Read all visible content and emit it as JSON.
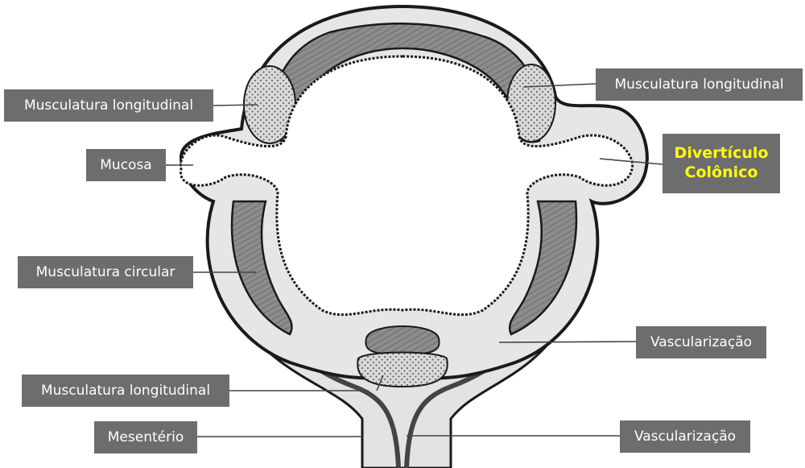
{
  "labels": {
    "musc_long_left": "Musculatura longitudinal",
    "musc_long_right": "Musculatura longitudinal",
    "mucosa": "Mucosa",
    "diverticulo_line1": "Divertículo",
    "diverticulo_line2": "Colônico",
    "musc_circular": "Musculatura circular",
    "vascularizacao_upper": "Vascularização",
    "musc_long_bottom": "Musculatura longitudinal",
    "mesenterio": "Mesentério",
    "vascularizacao_lower": "Vascularização"
  },
  "colors": {
    "label_bg": "#6d6d6d",
    "label_text": "#ffffff",
    "highlight_text": "#ffff00",
    "outline": "#1a1a1a",
    "muscle": "#8a8a8a",
    "fat": "#d6d6d6",
    "lumen": "#ffffff"
  }
}
